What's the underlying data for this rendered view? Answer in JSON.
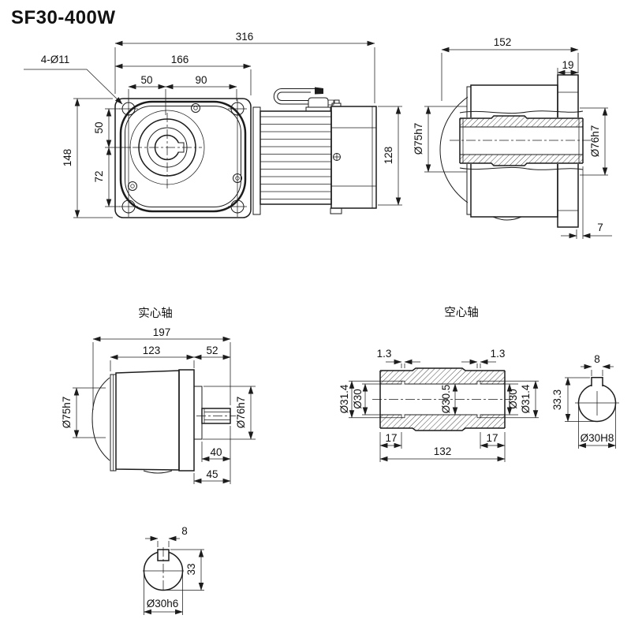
{
  "title": {
    "text": "SF30-400W",
    "color": "#dd2c28"
  },
  "views": {
    "front": {
      "dims": {
        "overall_width": "316",
        "flange_width": "166",
        "hole_span_left": "50",
        "hole_span_right": "90",
        "holes_note": "4-Ø11",
        "flange_height": "148",
        "hole_rise": "50",
        "hole_drop": "72",
        "motor_height": "128"
      }
    },
    "side": {
      "dims": {
        "overall_depth": "152",
        "flange_thickness": "19",
        "pilot_left": "Ø75h7",
        "pilot_right": "Ø76h7",
        "shaft_protrusion": "7"
      }
    },
    "solid_shaft": {
      "label": "实心轴",
      "dims": {
        "overall_length": "197",
        "body_length": "123",
        "front_length": "52",
        "bell_diameter": "Ø75h7",
        "boss_diameter": "Ø76h7",
        "key_length": "40",
        "shaft_length": "45"
      }
    },
    "hollow_shaft": {
      "label": "空心轴",
      "dims": {
        "groove_left": "1.3",
        "groove_right": "1.3",
        "groove_bore_left": "Ø31.4",
        "bore_left": "Ø30",
        "bore_center": "Ø30.5",
        "bore_right": "Ø30",
        "groove_bore_right": "Ø31.4",
        "end_left": "17",
        "end_right": "17",
        "overall_length": "132",
        "key_width": "8",
        "key_depth": "33.3",
        "bore_fit": "Ø30H8"
      }
    },
    "output_shaft": {
      "dims": {
        "key_width": "8",
        "key_depth": "33",
        "diameter": "Ø30h6"
      }
    }
  }
}
